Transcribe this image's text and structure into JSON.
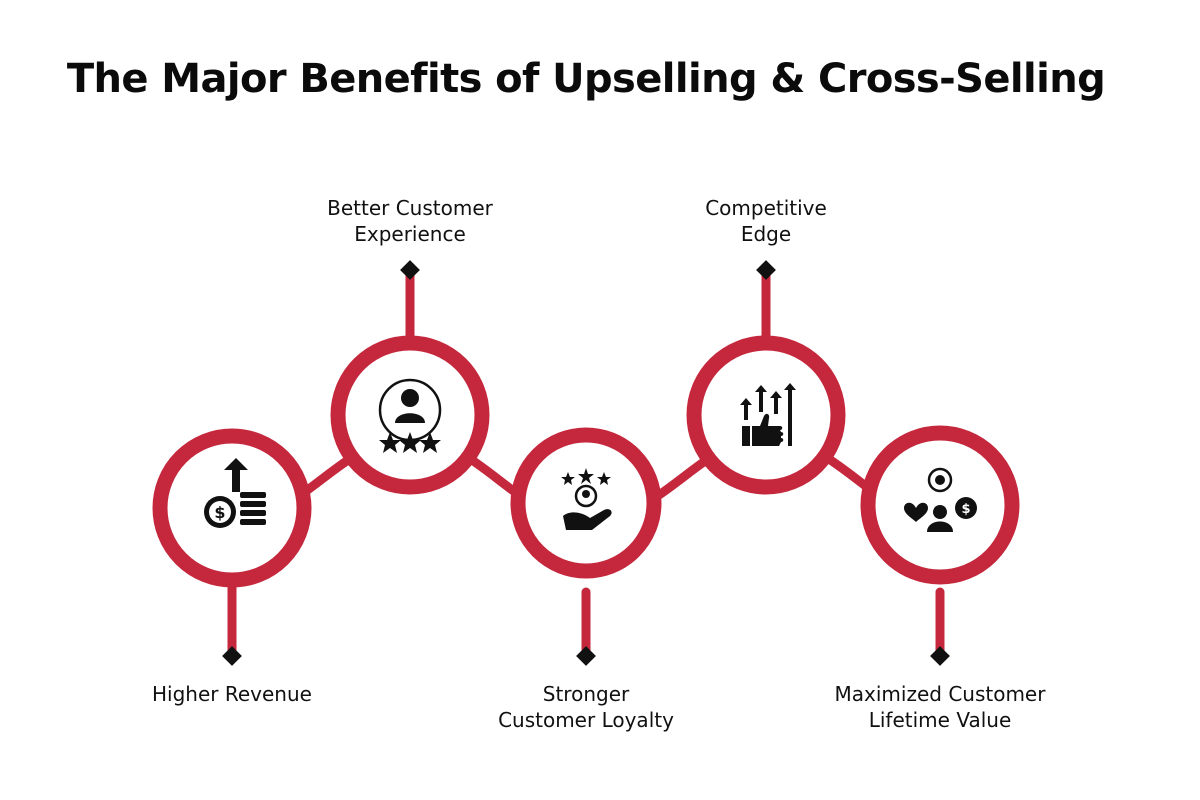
{
  "title": "The Major Benefits of Upselling & Cross-Selling",
  "accent_color": "#c5283d",
  "items": [
    {
      "lines": [
        "Higher Revenue"
      ],
      "icon": "coins-up-arrow-icon"
    },
    {
      "lines": [
        "Better Customer",
        "Experience"
      ],
      "icon": "rated-customer-icon"
    },
    {
      "lines": [
        "Stronger",
        "Customer Loyalty"
      ],
      "icon": "hand-customer-stars-icon"
    },
    {
      "lines": [
        "Competitive",
        "Edge"
      ],
      "icon": "arrows-thumbs-up-icon"
    },
    {
      "lines": [
        "Maximized Customer",
        "Lifetime Value"
      ],
      "icon": "heart-person-dollar-icon"
    }
  ]
}
